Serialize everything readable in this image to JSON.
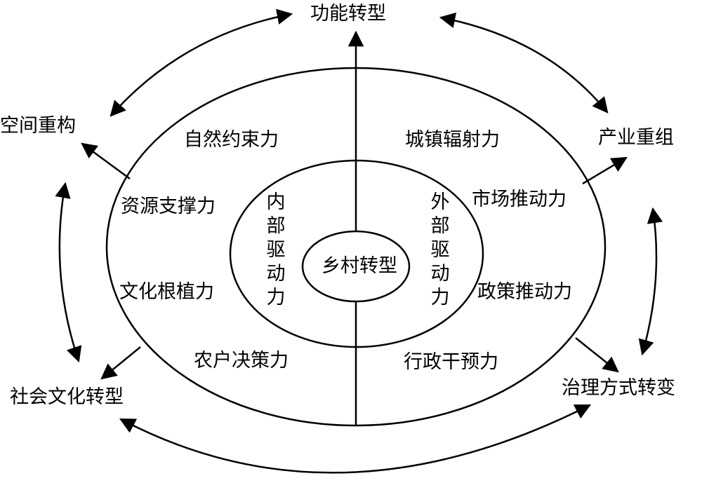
{
  "center": "乡村转型",
  "inner_left": "内部驱动力",
  "inner_right": "外部驱动力",
  "forces": {
    "natural_constraint": "自然约束力",
    "resource_support": "资源支撑力",
    "cultural_rooting": "文化根植力",
    "farmer_decision": "农户决策力",
    "urban_radiation": "城镇辐射力",
    "market_push": "市场推动力",
    "policy_push": "政策推动力",
    "admin_intervention": "行政干预力"
  },
  "outcomes": {
    "function": "功能转型",
    "space": "空间重构",
    "industry": "产业重组",
    "social_culture": "社会文化转型",
    "governance": "治理方式转变"
  }
}
